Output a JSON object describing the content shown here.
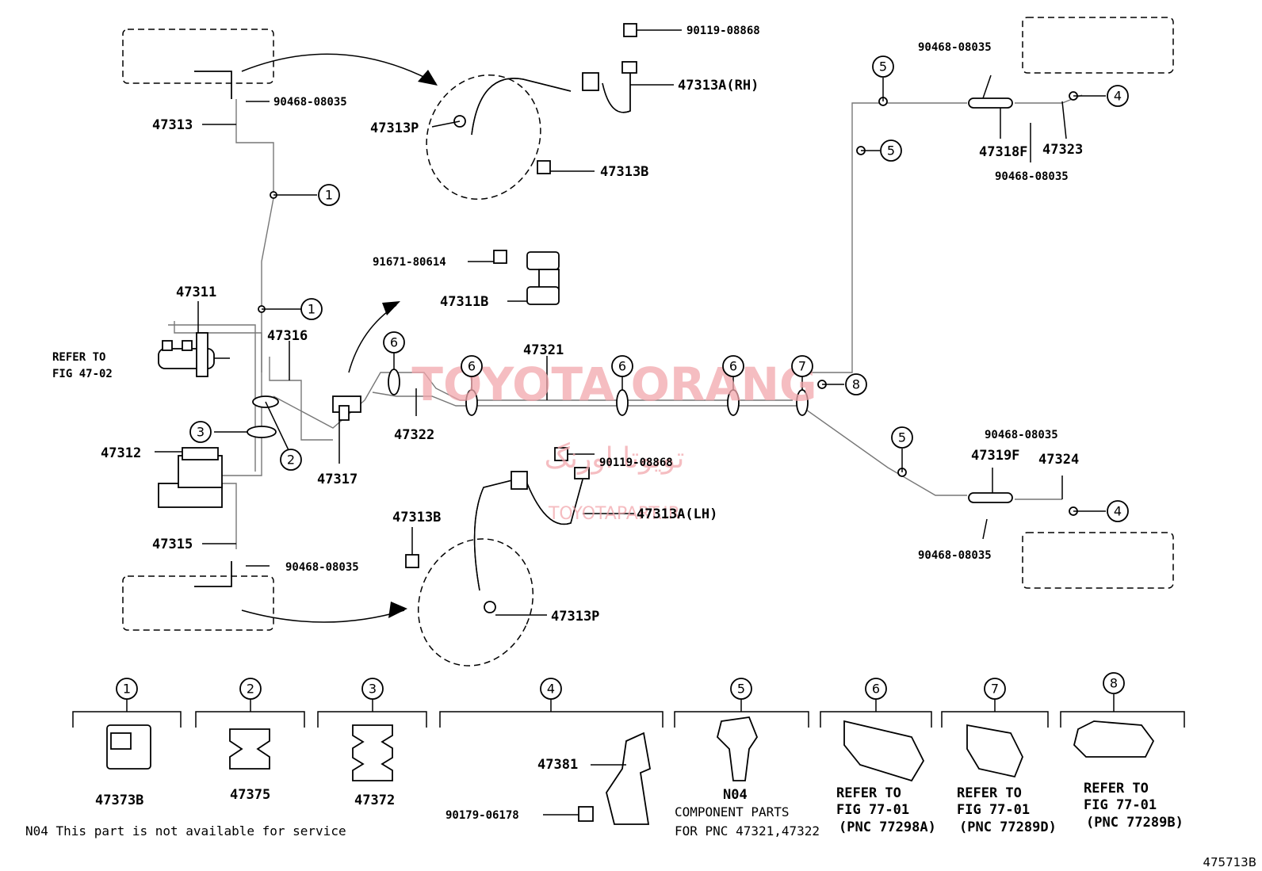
{
  "watermark": {
    "brand": "TOYOTA ORANG",
    "farsi": "تویوتا اورنگ",
    "url": "TOYOTAPART.IR"
  },
  "figure_id": "475713B",
  "parts": {
    "p47313": "47313",
    "p90468_tl": "90468-08035",
    "p90119_top": "90119-08868",
    "p47313A_RH": "47313A(RH)",
    "p47313P_top": "47313P",
    "p47313B_top": "47313B",
    "p91671": "91671-80614",
    "p47311B": "47311B",
    "p47311": "47311",
    "refer_fig_47_1": "REFER TO",
    "refer_fig_47_2": "FIG 47-02",
    "p47316": "47316",
    "p47312": "47312",
    "p47317": "47317",
    "p47315": "47315",
    "p90468_bl": "90468-08035",
    "p47322": "47322",
    "p47321": "47321",
    "p90119_mid": "90119-08868",
    "p47313A_LH": "47313A(LH)",
    "p47313B_mid": "47313B",
    "p47313P_bot": "47313P",
    "p90468_tr": "90468-08035",
    "p47318F": "47318F",
    "p47323": "47323",
    "p90468_tr2": "90468-08035",
    "p90468_mr": "90468-08035",
    "p47319F": "47319F",
    "p47324": "47324",
    "p90468_br": "90468-08035"
  },
  "callouts": {
    "c1a": "1",
    "c1b": "1",
    "c2": "2",
    "c3": "3",
    "c4a": "4",
    "c4b": "4",
    "c5a": "5",
    "c5b": "5",
    "c5c": "5",
    "c6a": "6",
    "c6b": "6",
    "c6c": "6",
    "c6d": "6",
    "c7": "7",
    "c8": "8"
  },
  "legend": [
    {
      "num": "1",
      "part": "47373B"
    },
    {
      "num": "2",
      "part": "47375"
    },
    {
      "num": "3",
      "part": "47372"
    },
    {
      "num": "4",
      "part": "47381",
      "extra": "90179-06178"
    },
    {
      "num": "5",
      "part": "N04",
      "note1": "COMPONENT PARTS",
      "note2": "FOR PNC 47321,47322"
    },
    {
      "num": "6",
      "ref1": "REFER TO",
      "ref2": "FIG 77-01",
      "ref3": "(PNC 77298A)"
    },
    {
      "num": "7",
      "ref1": "REFER TO",
      "ref2": "FIG 77-01",
      "ref3": "(PNC 77289D)"
    },
    {
      "num": "8",
      "ref1": "REFER TO",
      "ref2": "FIG 77-01",
      "ref3": "(PNC 77289B)"
    }
  ],
  "footnote": "N04 This part is not available for service"
}
